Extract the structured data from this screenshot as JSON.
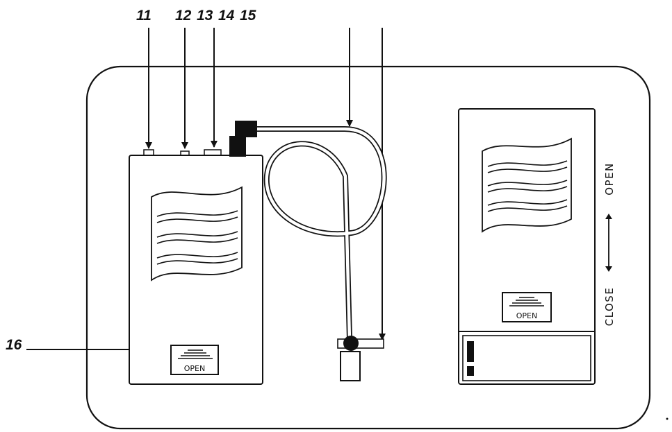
{
  "callouts": {
    "c11": "11",
    "c12": "12",
    "c13": "13",
    "c14": "14",
    "c15": "15",
    "c16": "16"
  },
  "left_unit": {
    "open_button_label": "OPEN"
  },
  "right_unit": {
    "open_button_label": "OPEN",
    "slide_open_label": "OPEN",
    "slide_close_label": "CLOSE"
  },
  "colors": {
    "line": "#111111",
    "background": "#ffffff"
  }
}
